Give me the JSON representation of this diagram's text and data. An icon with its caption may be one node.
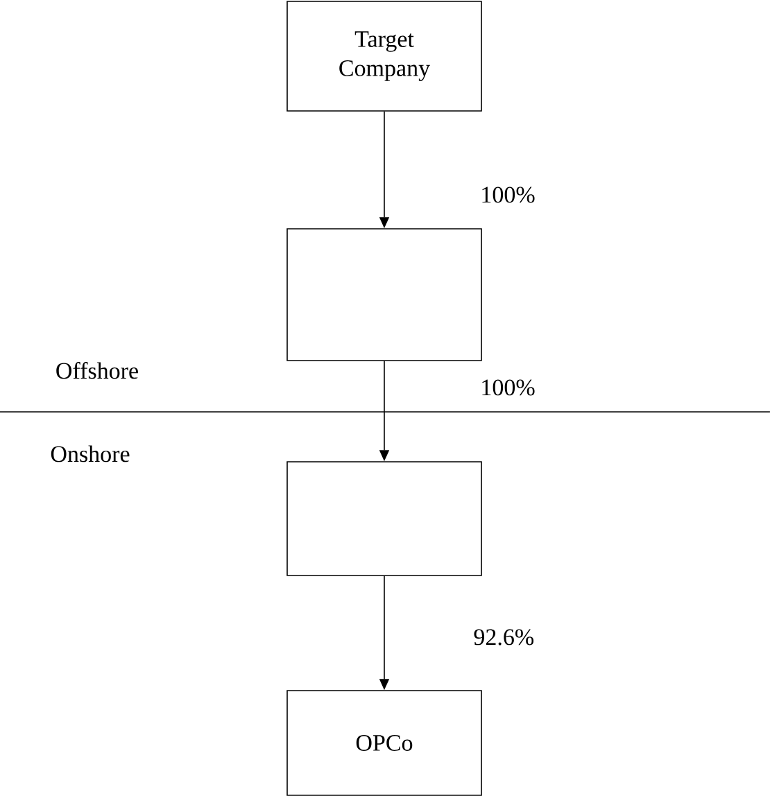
{
  "diagram": {
    "nodes": [
      {
        "text": [
          "Target Company"
        ]
      },
      {
        "text": [],
        "shape": "box"
      },
      {
        "text": [],
        "shape": "box"
      },
      {
        "text": [
          "OPCo"
        ]
      }
    ],
    "edges": [
      {
        "from": 0,
        "to": 1,
        "arrow": "to",
        "label": "100%"
      },
      {
        "from": 1,
        "to": 2,
        "arrow": "to",
        "label": "100%"
      },
      {
        "from": 2,
        "to": 3,
        "arrow": "to",
        "label": "92.6%"
      }
    ],
    "labels": [
      "Offshore",
      "Onshore"
    ]
  }
}
